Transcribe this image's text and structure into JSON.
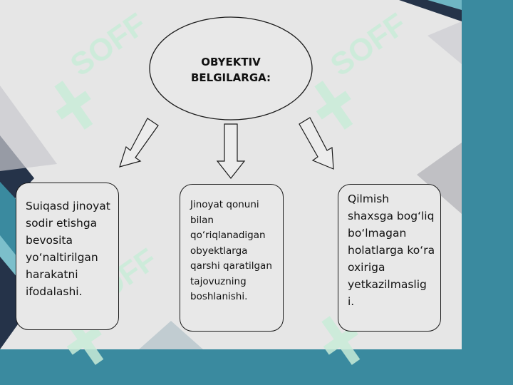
{
  "diagram": {
    "title": "OBYEKTIV\nBELGILARGA:",
    "boxes": [
      "Suiqasd jinoyat sodir etishga bevosita yo‘naltirilgan harakatni ifodalashi.",
      "Jinoyat qonuni bilan qo‘riqlanadigan obyektlarga qarshi qaratilgan tajovuzning boshlanishi.",
      "Qilmish shaxsga bog‘liq bo‘lmagan holatlarga ko‘ra oxiriga yetkazilmaslig i."
    ]
  },
  "watermark": {
    "text": "SOFF"
  },
  "colors": {
    "teal": "#3a8a9f",
    "navy": "#243249",
    "panel": "#e6e6e6",
    "watermark_green": "#c9ecd9"
  }
}
